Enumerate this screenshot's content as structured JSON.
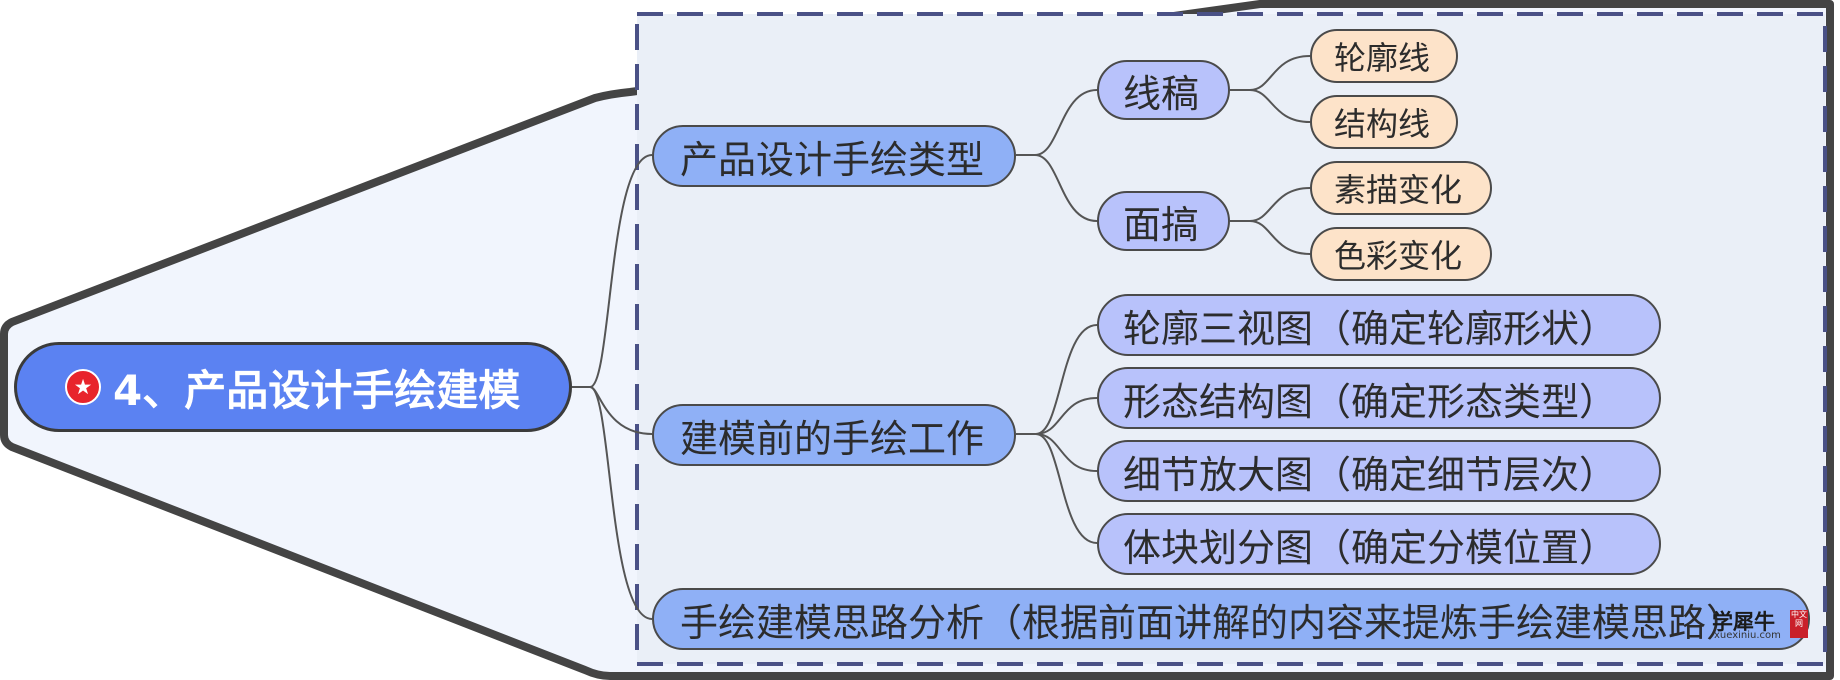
{
  "root": {
    "icon": "star-icon",
    "label": "4、产品设计手绘建模"
  },
  "branches": [
    {
      "label": "产品设计手绘类型",
      "children": [
        {
          "label": "线稿",
          "children": [
            {
              "label": "轮廓线"
            },
            {
              "label": "结构线"
            }
          ]
        },
        {
          "label": "面搞",
          "children": [
            {
              "label": "素描变化"
            },
            {
              "label": "色彩变化"
            }
          ]
        }
      ]
    },
    {
      "label": "建模前的手绘工作",
      "children": [
        {
          "label": "轮廓三视图（确定轮廓形状）"
        },
        {
          "label": "形态结构图（确定形态类型）"
        },
        {
          "label": "细节放大图（确定细节层次）"
        },
        {
          "label": "体块划分图（确定分模位置）"
        }
      ]
    },
    {
      "label": "手绘建模思路分析（根据前面讲解的内容来提炼手绘建模思路）"
    }
  ],
  "colors": {
    "root_fill": "#5b82f2",
    "level1_fill": "#8fb0f6",
    "level2_fill": "#b8c2fb",
    "level3_fill": "#fde3c9",
    "boundary_fill": "#eaeff7",
    "boundary_dash": "#4a5186",
    "callout_fill": "#f1f5fd",
    "star_badge": "#e8242b"
  },
  "watermark": {
    "brand": "学犀牛",
    "site": "xuexiniu.com",
    "seal": "中文网"
  }
}
